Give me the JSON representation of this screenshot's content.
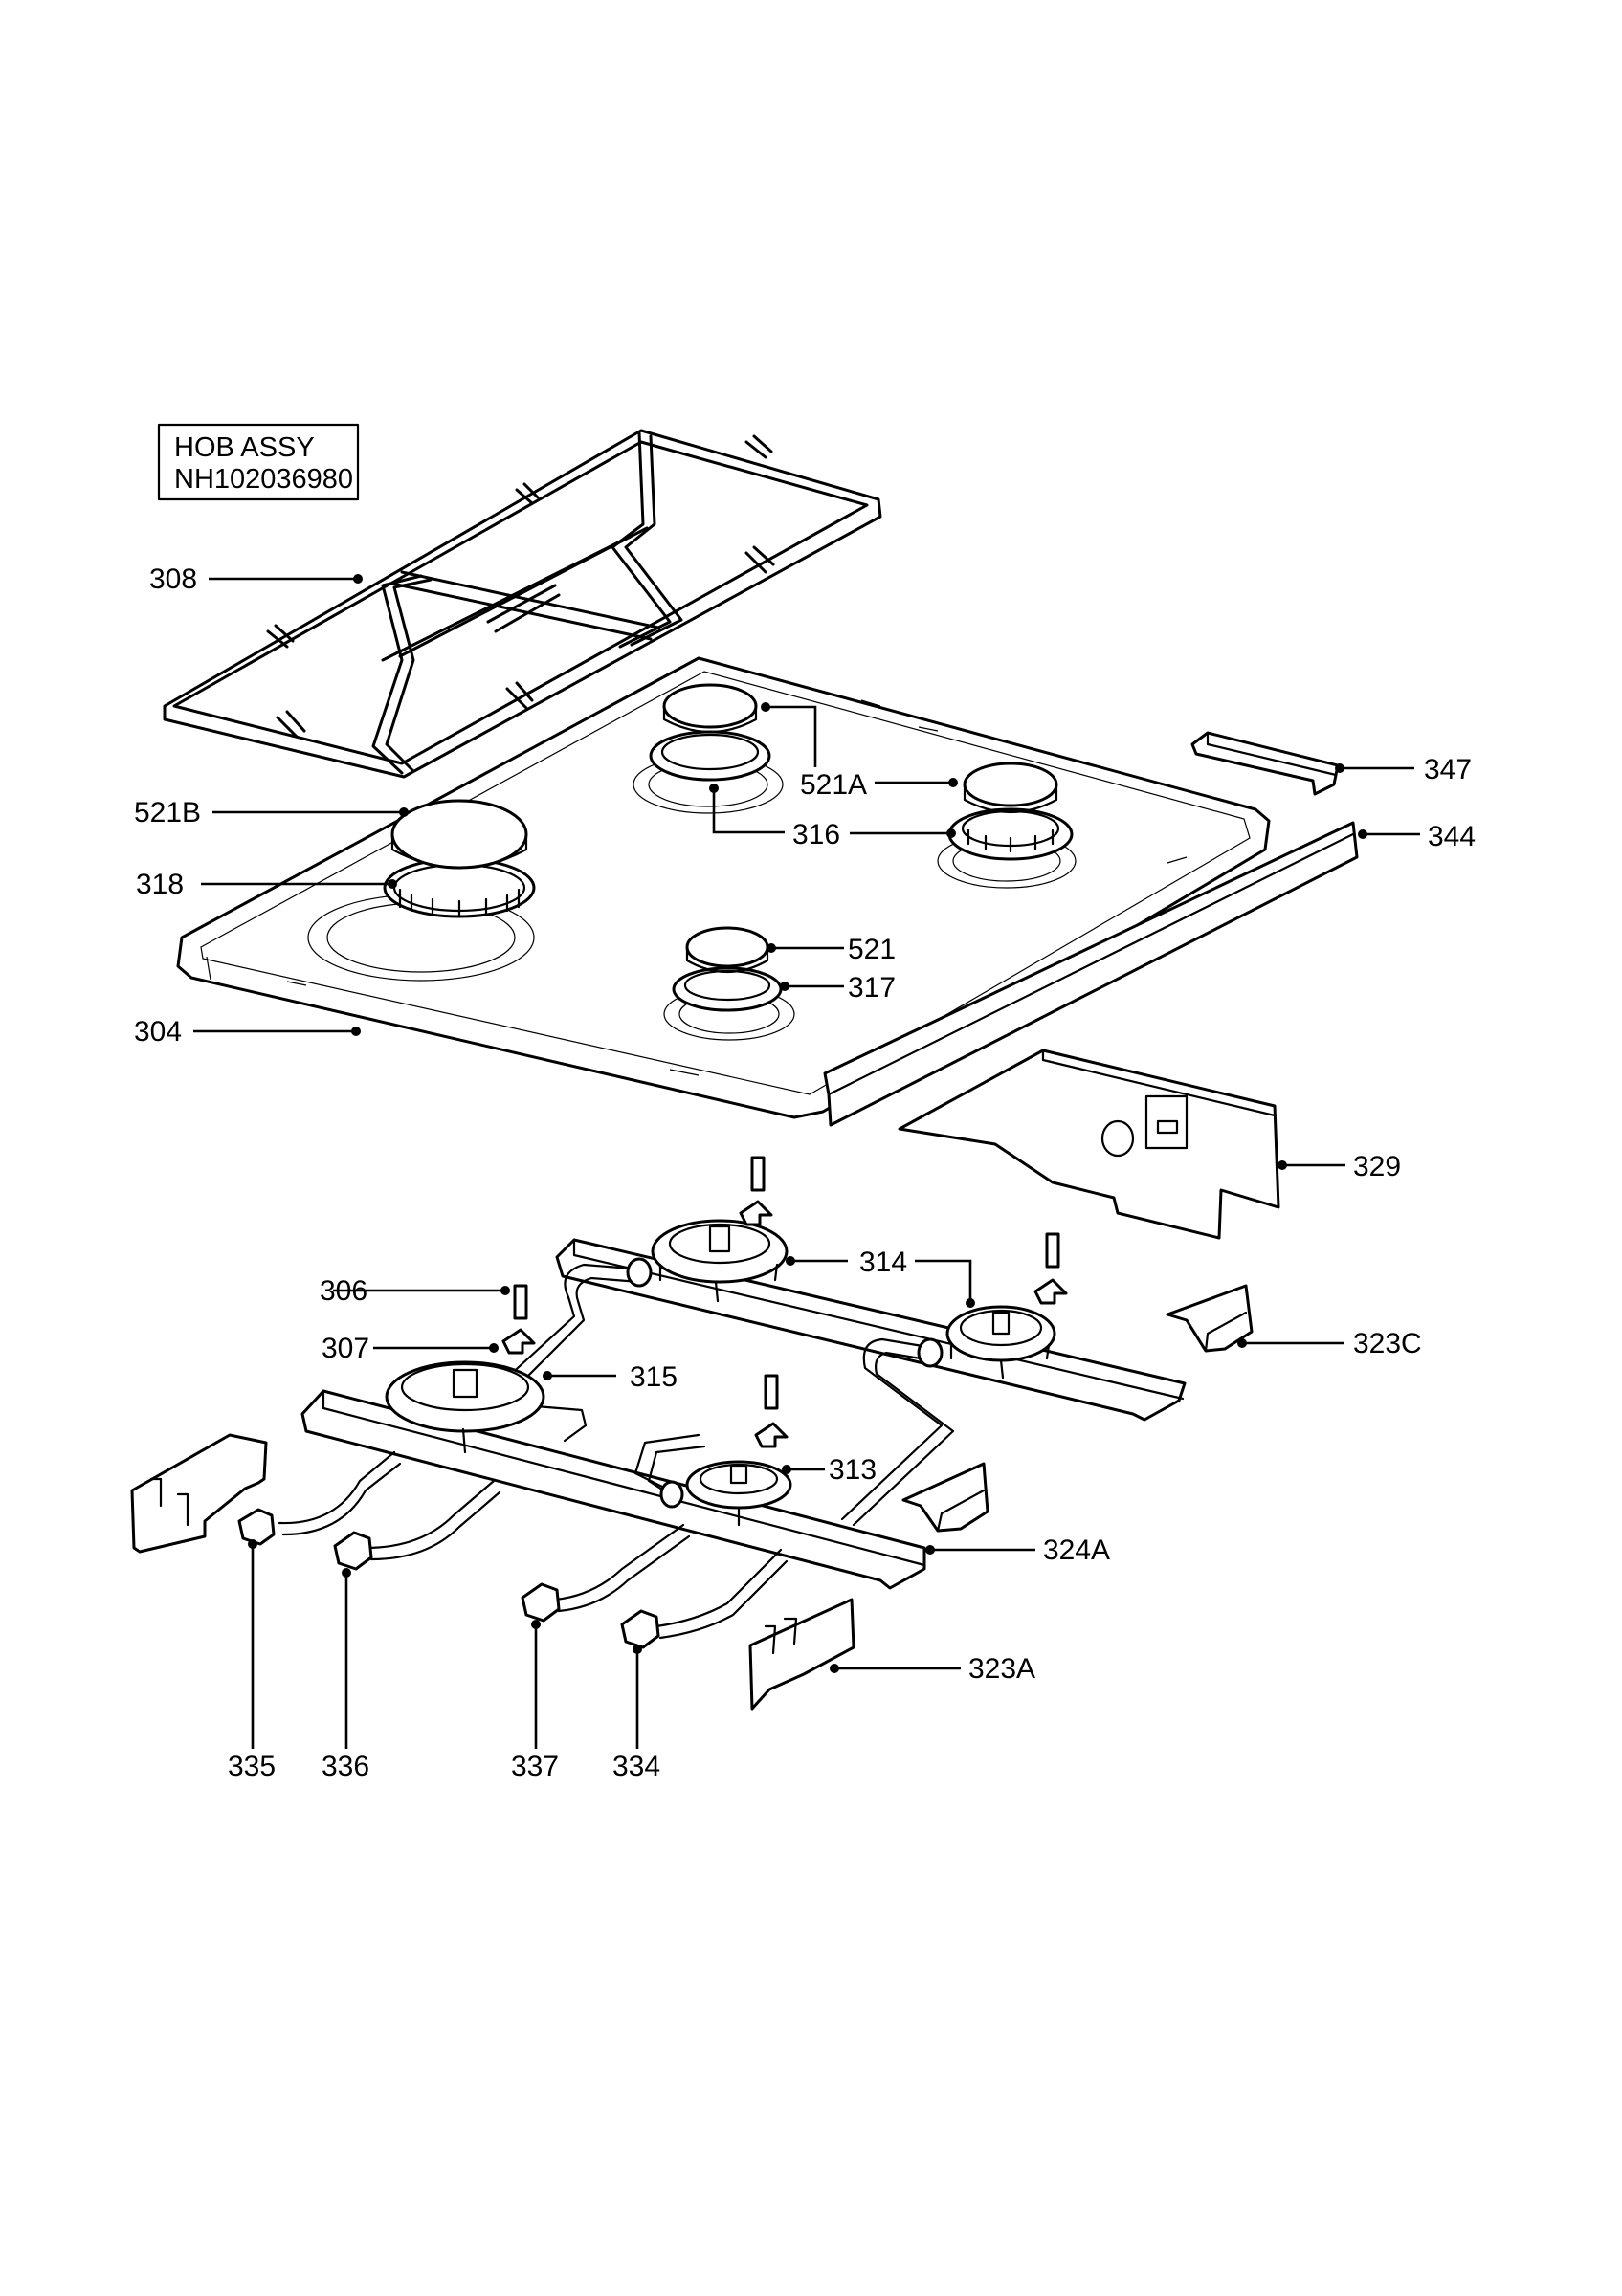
{
  "title": {
    "line1": "HOB ASSY",
    "line2": "NH102036980"
  },
  "labels": {
    "p308": "308",
    "p521B": "521B",
    "p318": "318",
    "p304": "304",
    "p521A": "521A",
    "p316": "316",
    "p521": "521",
    "p317": "317",
    "p347": "347",
    "p344": "344",
    "p329": "329",
    "p306": "306",
    "p307": "307",
    "p315": "315",
    "p314": "314",
    "p323C": "323C",
    "p313": "313",
    "p324A": "324A",
    "p323A": "323A",
    "p335": "335",
    "p336": "336",
    "p337": "337",
    "p334": "334"
  }
}
